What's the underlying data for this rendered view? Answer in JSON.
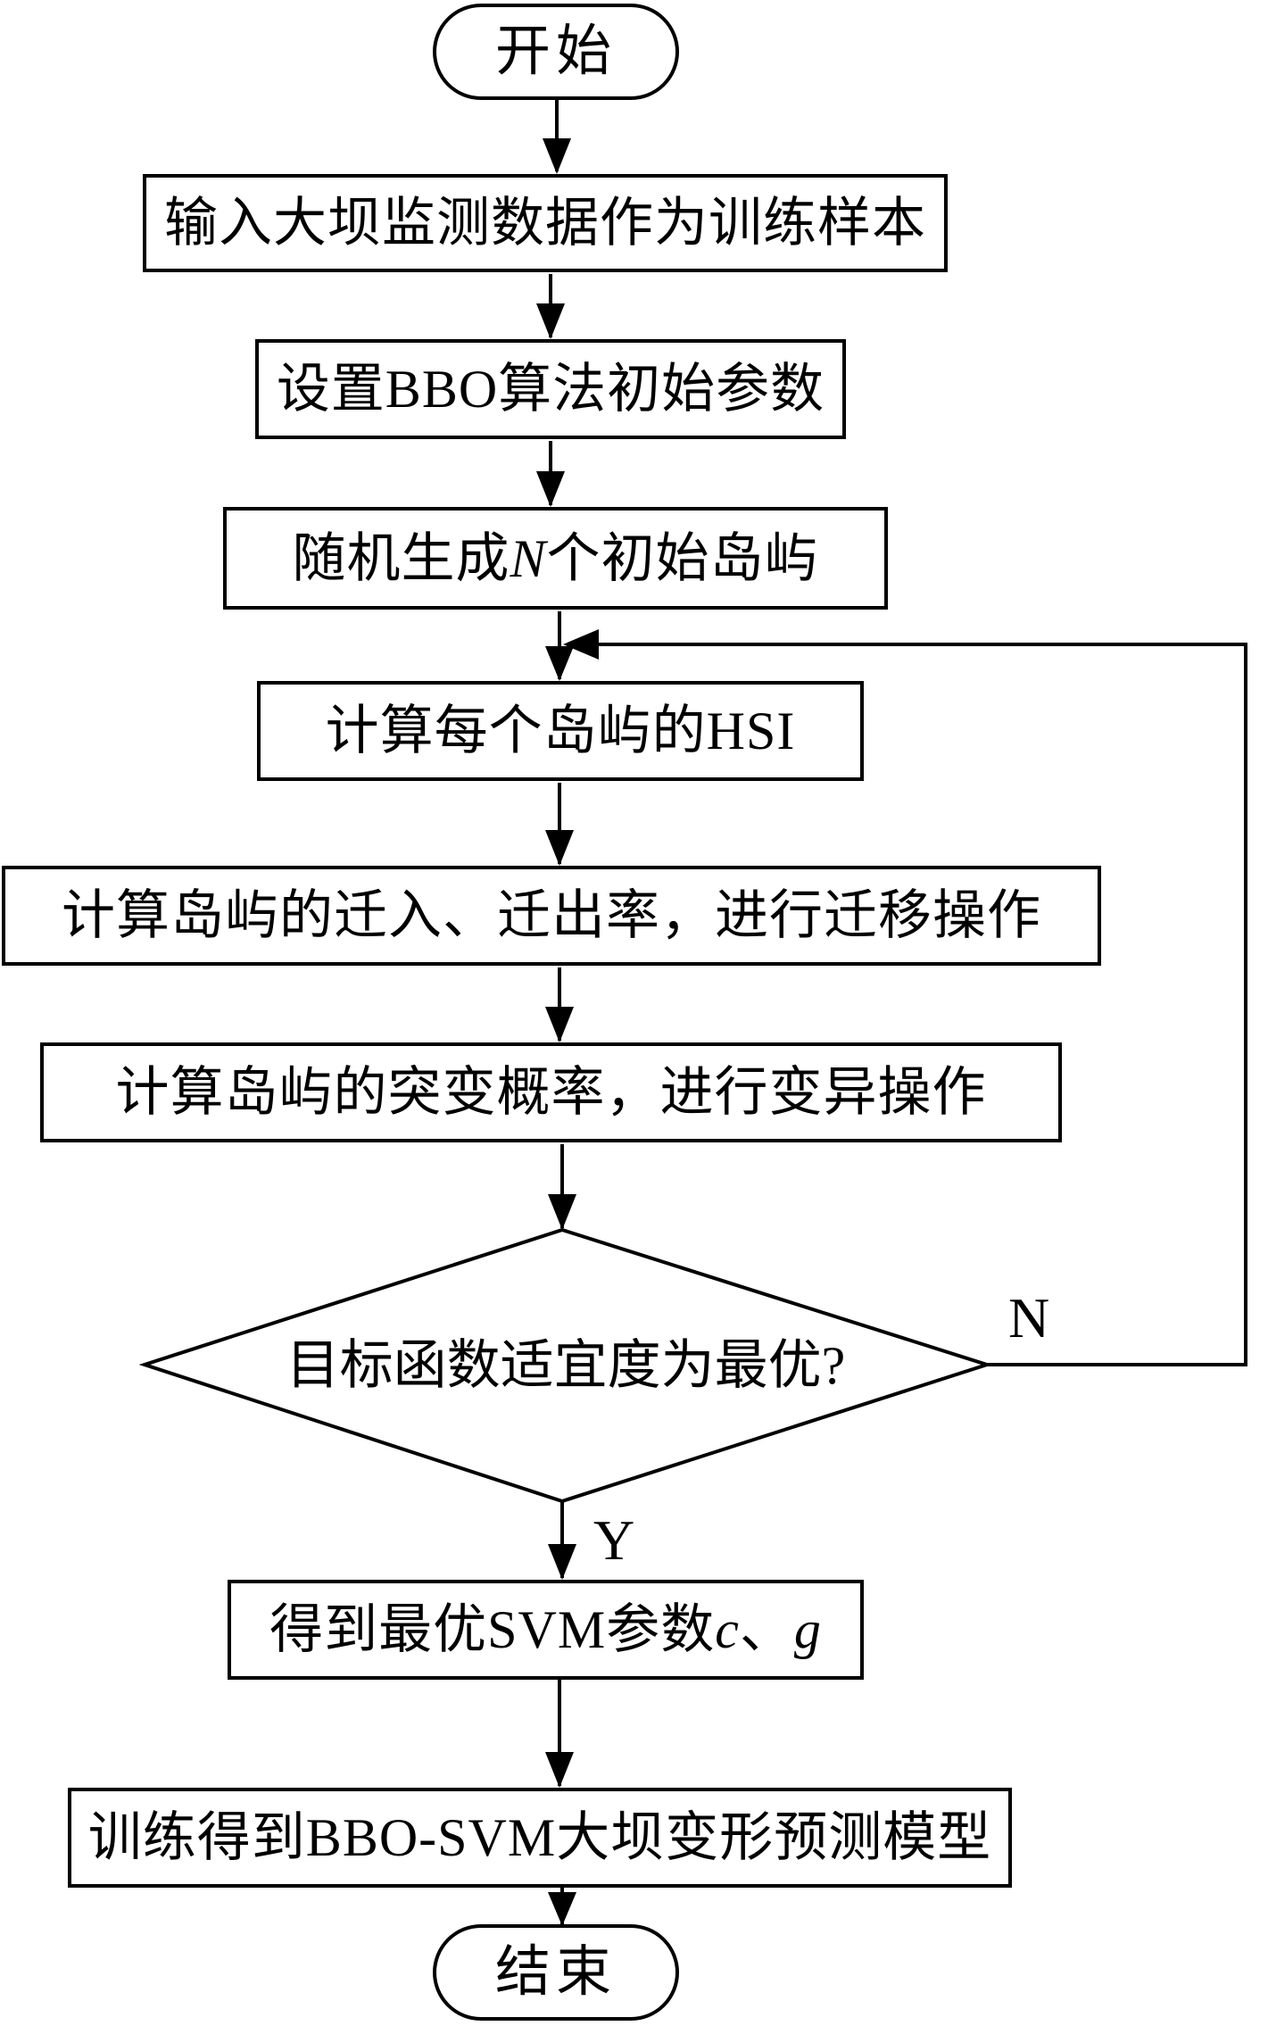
{
  "diagram": {
    "type": "flowchart",
    "colors": {
      "stroke": "#000000",
      "background": "#ffffff",
      "text": "#000000"
    },
    "nodes": {
      "start": {
        "label": "开始"
      },
      "input_data": {
        "label": "输入大坝监测数据作为训练样本"
      },
      "init_params": {
        "label": "设置BBO算法初始参数"
      },
      "init_islands": {
        "prefix": "随机生成",
        "variable": "N",
        "suffix": "个初始岛屿"
      },
      "compute_hsi": {
        "label": "计算每个岛屿的HSI"
      },
      "migration": {
        "label": "计算岛屿的迁入、迁出率，进行迁移操作"
      },
      "mutation": {
        "label": "计算岛屿的突变概率，进行变异操作"
      },
      "decision": {
        "label": "目标函数适宜度为最优?"
      },
      "svm_params": {
        "prefix": "得到最优SVM参数",
        "variable_c": "c",
        "separator": "、",
        "variable_g": "g"
      },
      "train_model": {
        "label": "训练得到BBO-SVM大坝变形预测模型"
      },
      "end": {
        "label": "结束"
      }
    },
    "edge_labels": {
      "no": "N",
      "yes": "Y"
    }
  }
}
